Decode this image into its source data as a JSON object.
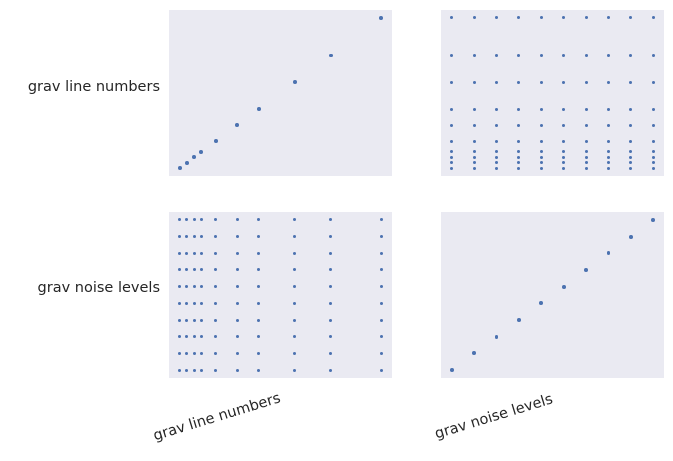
{
  "figure": {
    "background": "#ffffff",
    "axes_background": "#eaeaf2",
    "marker_color": "#4c72b0",
    "text_color": "#262626"
  },
  "labels": {
    "row": [
      "grav line numbers",
      "grav noise levels"
    ],
    "col": [
      "grav line numbers",
      "grav noise levels"
    ]
  },
  "chart_data": {
    "type": "scatter",
    "kind": "pairplot-grid",
    "title": "",
    "grid": "off",
    "legend": "none",
    "tick_labels": "none",
    "axes_margin_fraction": 0.048,
    "marker_color": "#4c72b0",
    "variables": [
      {
        "name": "grav line numbers",
        "values": [
          2,
          3,
          4,
          5,
          7,
          10,
          13,
          18,
          23,
          30
        ]
      },
      {
        "name": "grav noise levels",
        "values": [
          0.1,
          0.2,
          0.3,
          0.4,
          0.5,
          0.6,
          0.7,
          0.8,
          0.9,
          1.0
        ]
      }
    ],
    "subplots": [
      {
        "row": 0,
        "col": 0,
        "x_var": 0,
        "y_var": 0,
        "points": "diagonal",
        "marker_px": 3.8
      },
      {
        "row": 0,
        "col": 1,
        "x_var": 1,
        "y_var": 0,
        "points": "product",
        "marker_px": 3.0
      },
      {
        "row": 1,
        "col": 0,
        "x_var": 0,
        "y_var": 1,
        "points": "product",
        "marker_px": 3.0
      },
      {
        "row": 1,
        "col": 1,
        "x_var": 1,
        "y_var": 1,
        "points": "diagonal",
        "marker_px": 3.8
      }
    ]
  }
}
